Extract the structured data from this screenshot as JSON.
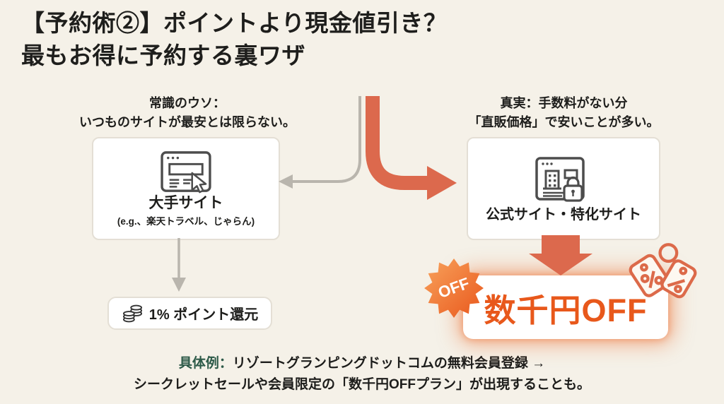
{
  "title": {
    "line1": "【予約術②】ポイントより現金値引き？",
    "line2": "最もお得に予約する裏ワザ"
  },
  "left_branch": {
    "label_line1": "常識のウソ：",
    "label_line2": "いつものサイトが最安とは限らない。",
    "card_title": "大手サイト",
    "card_subtitle": "(e.g.、楽天トラベル、じゃらん)",
    "card_icon": "browser-cursor-icon",
    "badge_icon": "coins-icon",
    "badge_text": "1% ポイント還元"
  },
  "right_branch": {
    "label_line1": "真実：手数料がない分",
    "label_line2": "「直販価格」で安いことが多い。",
    "card_title": "公式サイト・特化サイト",
    "card_icon": "browser-building-lock-icon",
    "off_badge": "OFF",
    "result_text": "数千円OFF",
    "result_icon": "price-tags-icon"
  },
  "example": {
    "label": "具体例：",
    "line1": "リゾートグランピングドットコムの無料会員登録 →",
    "line2": "シークレットセールや会員限定の「数千円OFFプラン」が出現することも。"
  },
  "colors": {
    "background": "#f5f1e8",
    "accent_orange_arrow": "#dc694d",
    "accent_orange_text": "#e8581b",
    "gray_arrow": "#b9b5ad",
    "green_label": "#2d5a48",
    "card_border": "#e4dfd5",
    "text": "#1d1d1b"
  }
}
